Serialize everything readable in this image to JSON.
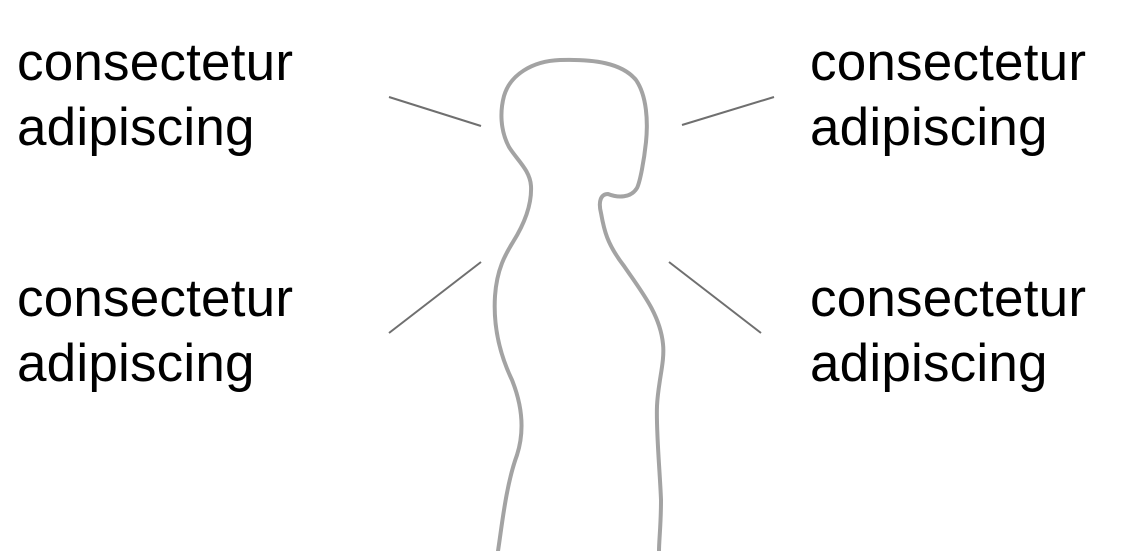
{
  "diagram": {
    "labels": {
      "top_left": {
        "line1": "consectetur",
        "line2": "adipiscing"
      },
      "bottom_left": {
        "line1": "consectetur",
        "line2": "adipiscing"
      },
      "top_right": {
        "line1": "consectetur",
        "line2": "adipiscing"
      },
      "bottom_right": {
        "line1": "consectetur",
        "line2": "adipiscing"
      }
    },
    "colors": {
      "text": "#000000",
      "silhouette_stroke": "#a3a3a3",
      "leader_line": "#6f6f6f",
      "background": "#ffffff"
    },
    "icons": {
      "figure": "human-silhouette-icon"
    }
  }
}
